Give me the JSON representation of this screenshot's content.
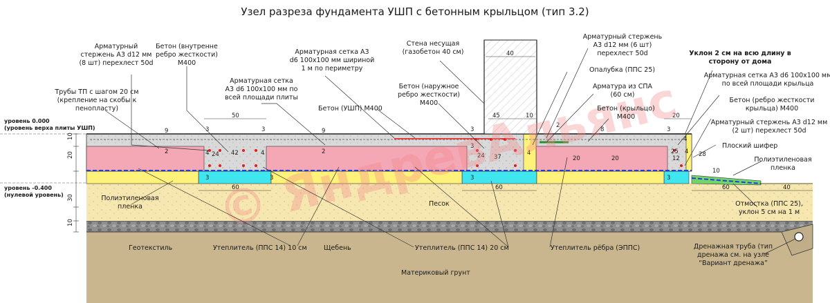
{
  "title": "Узел разреза фундамента УШП с бетонным крыльцом (тип 3.2)",
  "watermark": "© ЯндревАльянс",
  "colors": {
    "insulation": "#f4a7b4",
    "ribInsulation": "#fff27a",
    "concrete": "#d9d9d9",
    "sand": "#f6e7b0",
    "gravel": "#8c8c8c",
    "soil": "#c9b68e",
    "cyan": "#3fe6f0",
    "membrane": "#1f3fd9",
    "rebar": "#e31a1a",
    "green": "#2e8b2e",
    "wall": "#ffffff"
  },
  "levels": {
    "top": {
      "line1": "уровень 0.000",
      "line2": "(уровень верха плиты УШП)"
    },
    "zero": {
      "line1": "уровень -0.400",
      "line2": "(нулевой уровень)"
    }
  },
  "labels": {
    "rebar_a3d12_8": [
      "Арматурный",
      "стержень А3 d12 мм",
      "(8 шт) перехлест 50d"
    ],
    "concrete_inner_rib": [
      "Бетон (внутренне",
      "ребро жесткости)",
      "М400"
    ],
    "pipes_tp": [
      "Трубы ТП с шагом 20 см",
      "(крепление на скобы к",
      "пенопласту)"
    ],
    "mesh_a3_plate": [
      "Арматурная сетка",
      "А3 d6 100х100 мм по",
      "всей площади плиты"
    ],
    "mesh_a3_1m": [
      "Арматурная сетка А3",
      "d6 100х100 мм шириной",
      "1 м по периметру"
    ],
    "bearing_wall": [
      "Стена несущая",
      "(газобетон 40 см)"
    ],
    "concrete_outer_rib": [
      "Бетон (наружное",
      "ребро жесткости)",
      "М400"
    ],
    "concrete_ushp": "Бетон (УШП) М400",
    "rebar_a3d12_6": [
      "Арматурный стержень",
      "А3 d12 мм (6 шт)",
      "перехлест 50d"
    ],
    "formwork": "Опалубка (ППС 25)",
    "rebar_spa": [
      "Арматура из СПА",
      "(60 см)"
    ],
    "concrete_porch": [
      "Бетон (крыльцо)",
      "М400"
    ],
    "slope": [
      "Уклон 2 см на всю длину в",
      "сторону от дома"
    ],
    "mesh_porch": [
      "Арматурная сетка А3 d6 100х100 мм",
      "по всей площади крыльца"
    ],
    "concrete_porch_rib": [
      "Бетон (ребро жесткости",
      "крыльца) М400"
    ],
    "rebar_a3d12_2": [
      "Арматурный стержень А3 d12 мм",
      "(2 шт) перехлест 50d"
    ],
    "flat_slate": "Плоский шифер",
    "poly_film_right": [
      "Полиэтиленовая",
      "пленка"
    ],
    "poly_film_left": [
      "Полиэтиленовая",
      "пленка"
    ],
    "sand": "Песок",
    "otmostka": [
      "Отмостка (ППС 25),",
      "уклон 5 см на 1 м"
    ],
    "geotextile": "Геотекстиль",
    "insulation_10": "Утеплитель (ППС 14) 10 см",
    "gravel": "Щебень",
    "insulation_20": "Утеплитель (ППС 14) 20 см",
    "insulation_rib": "Утеплитель рёбра (ЭППС)",
    "drain_pipe": [
      "Дренажная труба (тип",
      "дренажа см. на узле",
      "“Вариант дренажа”"
    ],
    "soil": "Материковый грунт"
  },
  "dimensions": {
    "left_10": "10",
    "left_20": "20",
    "left_30": "30",
    "left_10b": "10",
    "d50": "50",
    "d9a": "9",
    "d3a": "3",
    "d3b": "3",
    "d2a": "2",
    "d4a": "4",
    "d24a": "24",
    "d42": "42",
    "d4b": "4",
    "d3c": "3",
    "d60a": "60",
    "d9b": "9",
    "d2b": "2",
    "d3d": "3",
    "d3e": "3",
    "d24b": "24",
    "d37": "37",
    "d4c": "4",
    "d3f": "3",
    "d60b": "60",
    "d40w": "40",
    "d45": "45",
    "d10w": "10",
    "d2c": "2",
    "d8": "8",
    "d20a": "20",
    "d20b": "20",
    "d20c": "20",
    "d3g": "3",
    "d25": "25",
    "d12": "12",
    "d3h": "3",
    "d28": "28",
    "d4d": "4",
    "d10s": "10",
    "d60c": "60",
    "d40o": "40",
    "d4e": "4",
    "d3i": "3"
  }
}
